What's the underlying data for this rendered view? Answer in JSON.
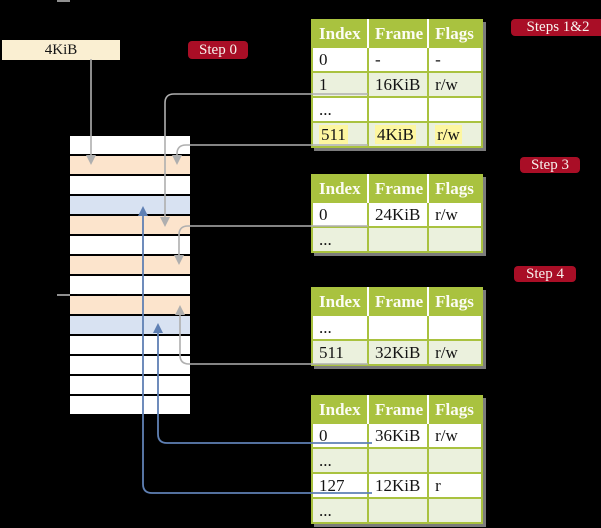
{
  "labels": {
    "frame_box": "4KiB"
  },
  "badges": [
    {
      "label": "Step 0"
    },
    {
      "label": "Steps 1&2"
    },
    {
      "label": "Step 3"
    },
    {
      "label": "Step 4"
    }
  ],
  "memory_strip": {
    "rows": [
      {
        "color": "white"
      },
      {
        "color": "peach"
      },
      {
        "color": "white"
      },
      {
        "color": "blue"
      },
      {
        "color": "peach"
      },
      {
        "color": "white"
      },
      {
        "color": "peach"
      },
      {
        "color": "white"
      },
      {
        "color": "peach"
      },
      {
        "color": "blue"
      },
      {
        "color": "white"
      },
      {
        "color": "white"
      },
      {
        "color": "white"
      },
      {
        "color": "white"
      }
    ]
  },
  "tables": [
    {
      "headers": [
        "Index",
        "Frame",
        "Flags"
      ],
      "rows": [
        {
          "cells": [
            "0",
            "-",
            "-"
          ]
        },
        {
          "cells": [
            "1",
            "16KiB",
            "r/w"
          ]
        },
        {
          "cells": [
            "...",
            "",
            ""
          ]
        },
        {
          "cells": [
            "511",
            "4KiB",
            "r/w"
          ]
        }
      ]
    },
    {
      "headers": [
        "Index",
        "Frame",
        "Flags"
      ],
      "rows": [
        {
          "cells": [
            "0",
            "24KiB",
            "r/w"
          ]
        },
        {
          "cells": [
            "...",
            "",
            ""
          ]
        }
      ]
    },
    {
      "headers": [
        "Index",
        "Frame",
        "Flags"
      ],
      "rows": [
        {
          "cells": [
            "...",
            "",
            ""
          ]
        },
        {
          "cells": [
            "511",
            "32KiB",
            "r/w"
          ]
        }
      ]
    },
    {
      "headers": [
        "Index",
        "Frame",
        "Flags"
      ],
      "rows": [
        {
          "cells": [
            "0",
            "36KiB",
            "r/w"
          ]
        },
        {
          "cells": [
            "...",
            "",
            ""
          ]
        },
        {
          "cells": [
            "127",
            "12KiB",
            "r"
          ]
        },
        {
          "cells": [
            "...",
            "",
            ""
          ]
        }
      ]
    }
  ],
  "colors": {
    "background": "#000000",
    "table_header_green": "#A9C23F",
    "table_row_green": "#EBF1DD",
    "frame_peach": "#FCE4CC",
    "frame_blue": "#D8E2F2",
    "label_box_cream": "#FAEFD2",
    "badge_red": "#A90E26",
    "highlight_yellow": "#FDF6A0",
    "connector_gray": "#AFAFAF",
    "connector_blue": "#5F80B4"
  }
}
